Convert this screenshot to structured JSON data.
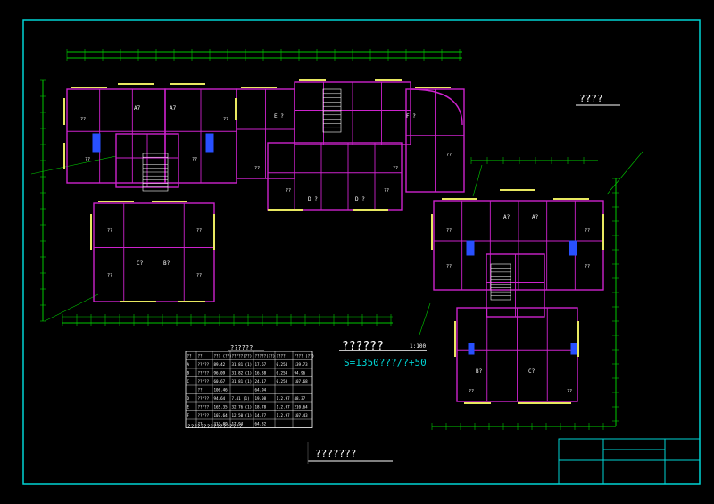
{
  "drawing": {
    "colors": {
      "background": "#000000",
      "frame": "#00d4d4",
      "wall": "#cc22cc",
      "window": "#e8e860",
      "dimension": "#00c800",
      "text": "#ffffff",
      "fixture": "#2850ff",
      "table_text": "#ffffff"
    },
    "heading_top_right": "????",
    "heading_center": "??????",
    "heading_center_scale": "1:100",
    "area_formula": "S=1350???/?+50",
    "table_title": "??????",
    "table_note": "?????????????????",
    "bottom_caption": "???????",
    "unit_labels_upper": [
      "A7",
      "A7",
      "E ?",
      "F ?",
      "D ?",
      "D ?"
    ],
    "unit_labels_lower_left": [
      "C?",
      "B?"
    ],
    "unit_labels_right": [
      "A?",
      "A?",
      "B?",
      "C?"
    ],
    "room_tag": "??"
  },
  "table": {
    "headers": [
      "??",
      "??",
      "??? (??)",
      "?????(??)",
      "?????(??)",
      "????",
      "???? (??)"
    ],
    "rows": [
      [
        "A",
        "?????",
        "89.42",
        "31.81 (1)",
        "17.67",
        "0.254",
        "139.73"
      ],
      [
        "B",
        "?????",
        "96.09",
        "31.82 (1)",
        "16.38",
        "0.254",
        "94.96"
      ],
      [
        "C",
        "?????",
        "60.67",
        "31.81 (1)",
        "24.17",
        "0.258",
        "107.68"
      ],
      [
        "",
        "??",
        "106.46",
        "",
        "64.94",
        "",
        ""
      ],
      [
        "D",
        "?????",
        "94.64",
        "7.41 (1)",
        "19.08",
        "1.2.97",
        "48.37"
      ],
      [
        "E",
        "?????",
        "165.35",
        "32.76 (1)",
        "18.78",
        "1.2.97",
        "210.64"
      ],
      [
        "F",
        "?????",
        "107.64",
        "12.50 (1)",
        "14.77",
        "1.2.97",
        "107.43"
      ],
      [
        "",
        "??",
        "313.09",
        "17.94",
        "64.32",
        "",
        ""
      ]
    ]
  }
}
